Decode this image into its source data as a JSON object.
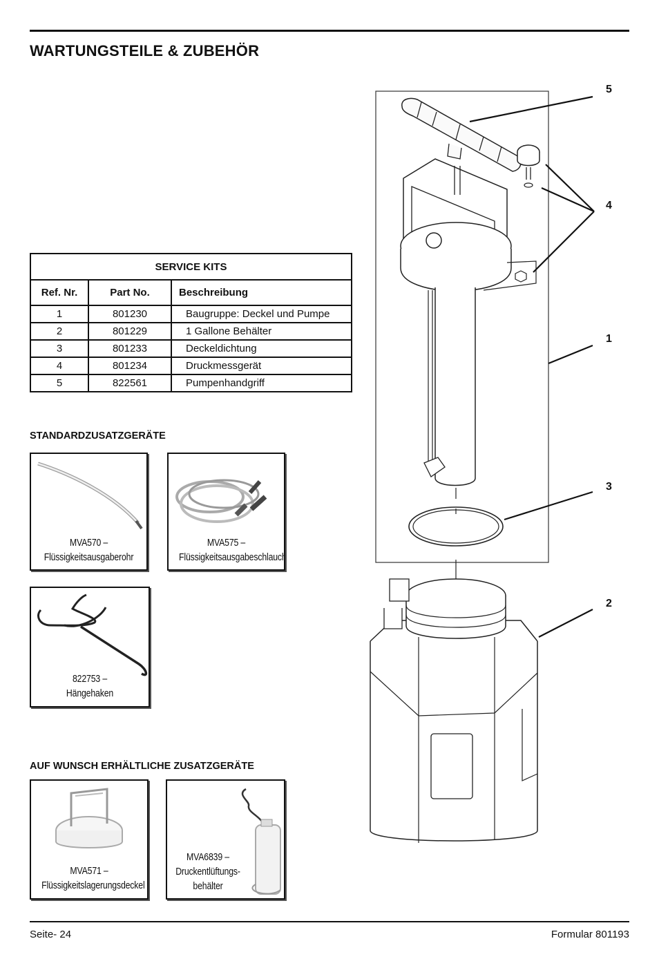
{
  "page_title": "WARTUNGSTEILE & ZUBEHÖR",
  "service_kits": {
    "caption": "SERVICE KITS",
    "headers": {
      "ref": "Ref. Nr.",
      "part": "Part No.",
      "desc": "Beschreibung"
    },
    "rows": [
      {
        "ref": "1",
        "part": "801230",
        "desc": "Baugruppe: Deckel und Pumpe"
      },
      {
        "ref": "2",
        "part": "801229",
        "desc": "1 Gallone Behälter"
      },
      {
        "ref": "3",
        "part": "801233",
        "desc": "Deckeldichtung"
      },
      {
        "ref": "4",
        "part": "801234",
        "desc": "Druckmessgerät"
      },
      {
        "ref": "5",
        "part": "822561",
        "desc": "Pumpenhandgriff"
      }
    ]
  },
  "standard_accessories": {
    "heading": "STANDARDZUSATZGERÄTE",
    "items": [
      {
        "line1": "MVA570 –",
        "line2": "Flüssigkeitsausgaberohr"
      },
      {
        "line1": "MVA575 –",
        "line2": "Flüssigkeitsausgabeschlauch"
      },
      {
        "line1": "822753 –",
        "line2": "Hängehaken"
      }
    ]
  },
  "optional_accessories": {
    "heading": "AUF WUNSCH ERHÄLTLICHE ZUSATZGERÄTE",
    "items": [
      {
        "line1": "MVA571 –",
        "line2": "Flüssigkeitslagerungsdeckel"
      },
      {
        "line1": "MVA6839 –",
        "line2": "Druckentlüftungs-",
        "line3": "behälter"
      }
    ]
  },
  "diagram_callouts": [
    "5",
    "4",
    "1",
    "3",
    "2"
  ],
  "footer": {
    "page": "Seite- 24",
    "form": "Formular 801193"
  }
}
